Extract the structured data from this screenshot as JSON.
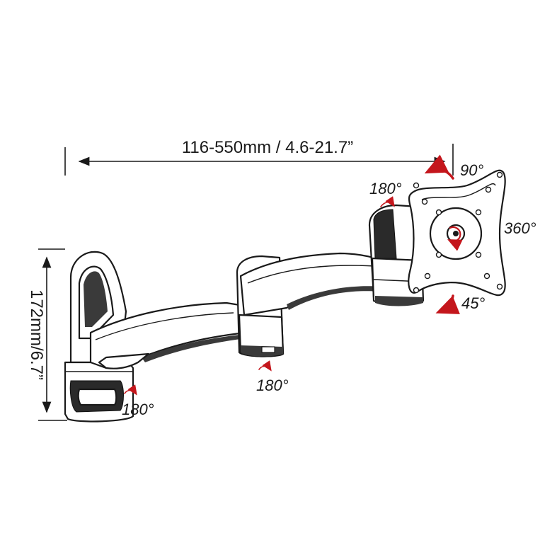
{
  "dimensions": {
    "width_range": "116-550mm / 4.6-21.7”",
    "height": "172mm/6.7”"
  },
  "rotations": {
    "top_tilt": "90°",
    "top_swivel": "180°",
    "plate_rotation": "360°",
    "bottom_tilt": "45°",
    "middle_joint": "180°",
    "wall_joint": "180°"
  },
  "colors": {
    "arrow": "#c4161c",
    "line": "#1a1a1a"
  }
}
